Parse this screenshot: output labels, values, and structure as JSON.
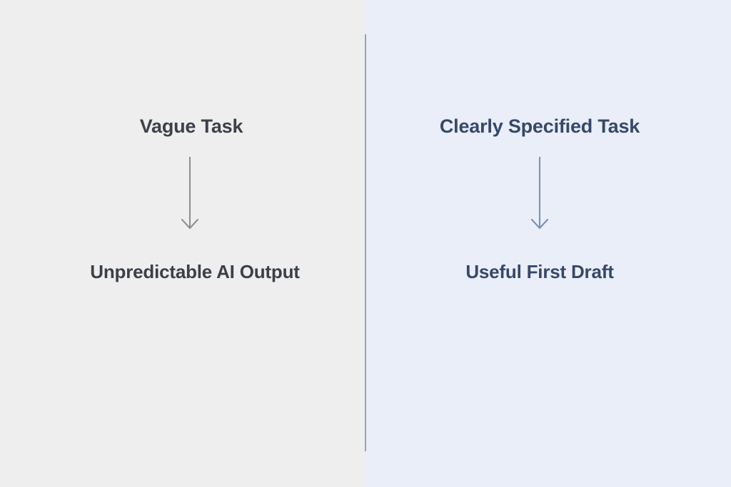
{
  "figure": {
    "type": "comparison-diagram",
    "panels": [
      {
        "id": "left",
        "background_color": "#eeeeee",
        "text_color": "#3a4149",
        "arrow_color": "#8d9196",
        "heading": "Vague Task",
        "arrow": "down-arrow",
        "outcome": "Unpredictable AI Output"
      },
      {
        "id": "right",
        "background_color": "#eaeef8",
        "text_color": "#36486b",
        "arrow_color": "#7b91b4",
        "heading": "Clearly Specified Task",
        "arrow": "down-arrow",
        "outcome": "Useful First Draft"
      }
    ],
    "divider": {
      "color": "#9ea2a8",
      "orientation": "vertical"
    }
  }
}
